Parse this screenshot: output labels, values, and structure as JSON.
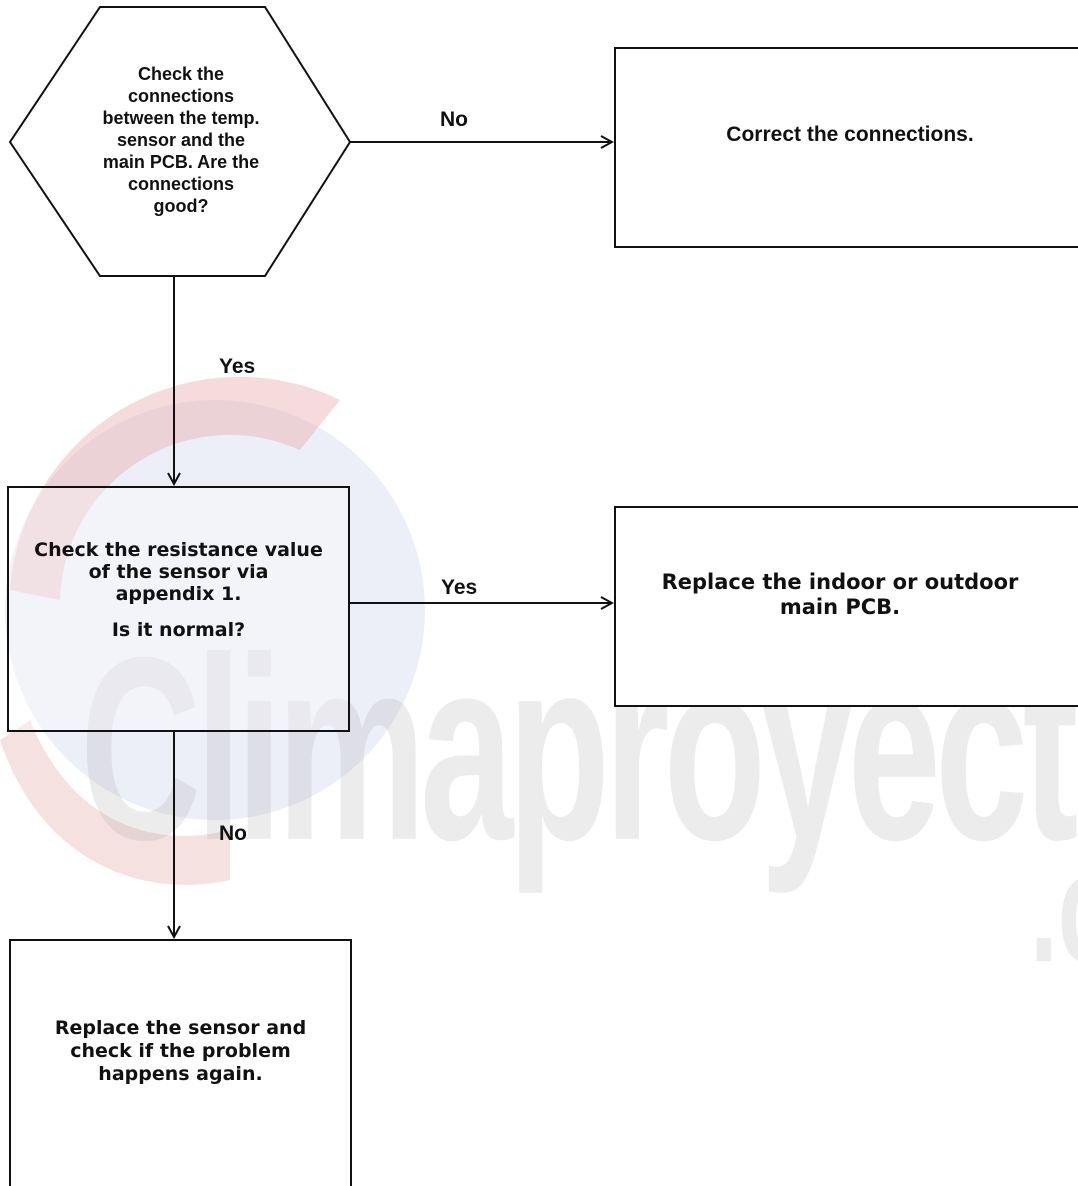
{
  "watermark": {
    "text": "Climaproyect",
    "suffix": ".c"
  },
  "nodes": {
    "hex": {
      "lines": [
        "Check the",
        "connections",
        "between the temp.",
        "sensor and the",
        "main PCB. Are the",
        "connections",
        "good?"
      ]
    },
    "correct": {
      "text": "Correct the connections."
    },
    "resistance": {
      "lines": [
        "Check the resistance value",
        "of the sensor via",
        "appendix 1."
      ],
      "question": "Is it normal?"
    },
    "replace_pcb": {
      "lines": [
        "Replace the indoor or outdoor",
        "main PCB."
      ]
    },
    "replace_sensor": {
      "lines": [
        "Replace the sensor and",
        "check if the problem",
        "happens again."
      ]
    }
  },
  "edges": {
    "hex_no": "No",
    "hex_yes": "Yes",
    "res_yes": "Yes",
    "res_no": "No"
  },
  "colors": {
    "line": "#111111",
    "watermark_red": "#e8b4b4",
    "watermark_blue": "#c6cbe8"
  }
}
